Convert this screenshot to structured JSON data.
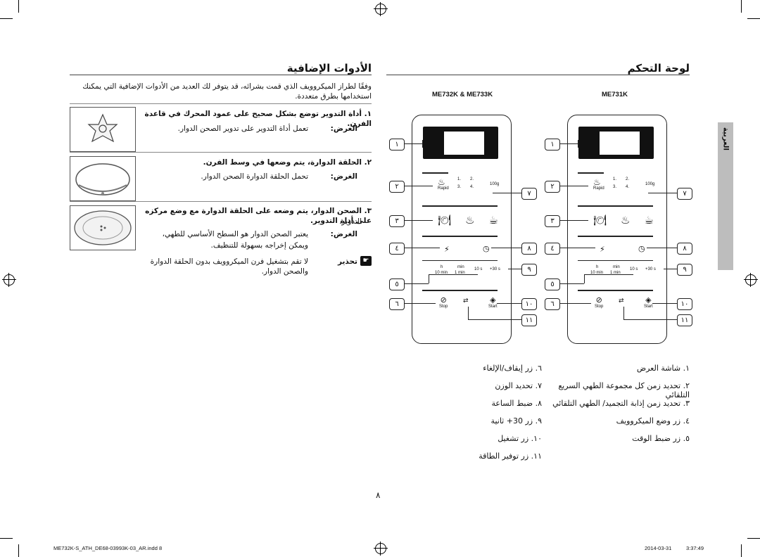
{
  "left_section": {
    "title": "لوحة التحكم",
    "model_a": "ME731K",
    "model_b": "ME732K & ME733K",
    "side_tab": "العربية",
    "panel": {
      "mode1": "1.",
      "mode2": "2.",
      "mode3": "3.",
      "mode4": "4.",
      "rapid": "Rapid",
      "weight": "100g",
      "h": "h",
      "min": "min",
      "s10": "10 s",
      "s30": "+30 s",
      "min10": "10 min",
      "min1": "1 min",
      "stop": "Stop",
      "start": "Start"
    },
    "callouts": [
      "١",
      "٢",
      "٣",
      "٤",
      "٥",
      "٦",
      "٧",
      "٨",
      "٩",
      "١٠",
      "١١"
    ],
    "legend_right": [
      "١.  شاشة العرض",
      "٢.  تحديد زمن كل مجموعة الطهي السريع التلقائي",
      "٣.  تحديد زمن إذابة التجميد/ الطهي التلقائي",
      "٤.  زر وضع الميكروويف",
      "٥.  زر ضبط الوقت"
    ],
    "legend_left": [
      "٦.  زر إيقاف/الإلغاء",
      "٧.  تحديد الوزن",
      "٨.  ضبط الساعة",
      "٩.  زر 30+ ثانية",
      "١٠.  زر تشغيل",
      "١١.  زر توفير الطاقة"
    ]
  },
  "right_section": {
    "title": "الأدوات الإضافية",
    "intro": "وفقًا لطراز الميكروويف الذي قمت بشرائه، قد يتوفر لك العديد من الأدوات الإضافية التي يمكنك استخدامها بطرق متعددة.",
    "items": [
      {
        "line1": "١.  أداة التدوير توضع بشكل صحيح على عمود المحرك في قاعدة الفرن.",
        "purpose_label": "الغرض:",
        "purpose": "تعمل أداة التدوير على تدوير الصحن الدوار."
      },
      {
        "line1": "٢.  الحلقة الدوارة، يتم وضعها في وسط الفرن.",
        "purpose_label": "الغرض:",
        "purpose": "تحمل الحلقة الدوارة الصحن الدوار."
      },
      {
        "line1": "٣.  الصحن الدوار، يتم وضعه على الحلقة الدوارة مع وضع مركزه على أداة التدوير.",
        "line2": "التدوير.",
        "purpose_label": "الغرض:",
        "purpose": "يعتبر الصحن الدوار هو السطح الأساسي للطهي،",
        "purpose2": "ويمكن إخراجه بسهولة للتنظيف."
      }
    ],
    "warning_label": "تحذير",
    "warning": "لا تقم بتشغيل فرن الميكروويف بدون الحلقة الدوارة والصحن الدوار."
  },
  "page_number": "٨",
  "footer": {
    "file": "ME732K-S_ATH_DE68-03993K-03_AR.indd   8",
    "date": "2014-03-31",
    "time": "3:37:49"
  }
}
